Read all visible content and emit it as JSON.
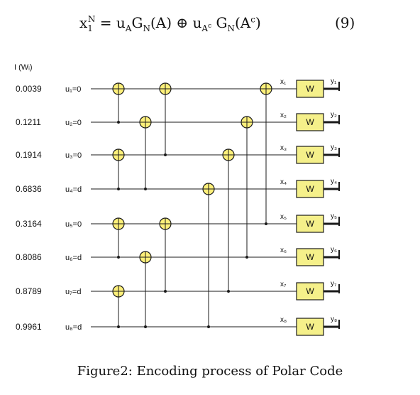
{
  "equation": {
    "lhs": "x",
    "lhs_sub": "1",
    "lhs_sup": "N",
    "eq": " = ",
    "t1": "u",
    "t1_sub": "A",
    "g1": "G",
    "g1_sub": "N",
    "a1": "(A)",
    "oplus": " ⊕ ",
    "t2": "u",
    "t2_sub": "A",
    "t2_subsup": "c",
    "g2": " G",
    "g2_sub": "N",
    "a2_open": "(A",
    "a2_sup": "c",
    "a2_close": ")",
    "number": "(9)"
  },
  "header_label": "I (Wᵢ)",
  "rows": [
    {
      "value": "0.0039",
      "u_label": "u₁=0",
      "x_label": "x₁",
      "box_label": "W",
      "y_label": "y₁"
    },
    {
      "value": "0.1211",
      "u_label": "u₂=0",
      "x_label": "x₂",
      "box_label": "W",
      "y_label": "y₂"
    },
    {
      "value": "0.1914",
      "u_label": "u₃=0",
      "x_label": "x₃",
      "box_label": "W",
      "y_label": "y₃"
    },
    {
      "value": "0.6836",
      "u_label": "u₄=d",
      "x_label": "x₄",
      "box_label": "W",
      "y_label": "y₄"
    },
    {
      "value": "0.3164",
      "u_label": "u₅=0",
      "x_label": "x₅",
      "box_label": "W",
      "y_label": "y₅"
    },
    {
      "value": "0.8086",
      "u_label": "u₆=d",
      "x_label": "x₆",
      "box_label": "W",
      "y_label": "y₆"
    },
    {
      "value": "0.8789",
      "u_label": "u₇=d",
      "x_label": "x₇",
      "box_label": "W",
      "y_label": "y₇"
    },
    {
      "value": "0.9961",
      "u_label": "u₈=d",
      "x_label": "x₈",
      "box_label": "W",
      "y_label": "y₈"
    }
  ],
  "xor_stages": [
    {
      "pairs": [
        [
          0,
          1
        ],
        [
          2,
          3
        ],
        [
          4,
          5
        ],
        [
          6,
          7
        ]
      ]
    },
    {
      "pairs": [
        [
          1,
          3
        ],
        [
          5,
          7
        ]
      ]
    },
    {
      "pairs": [
        [
          0,
          2
        ],
        [
          4,
          6
        ]
      ]
    },
    {
      "pairs": [
        [
          3,
          7
        ]
      ]
    },
    {
      "pairs": [
        [
          2,
          6
        ]
      ]
    },
    {
      "pairs": [
        [
          1,
          5
        ]
      ]
    },
    {
      "pairs": [
        [
          0,
          4
        ]
      ]
    }
  ],
  "colors": {
    "xor_fill": "#fdf07a",
    "box_fill": "#f5f08a",
    "line": "#1a1a1a"
  },
  "caption": "Figure2: Encoding process of Polar Code"
}
